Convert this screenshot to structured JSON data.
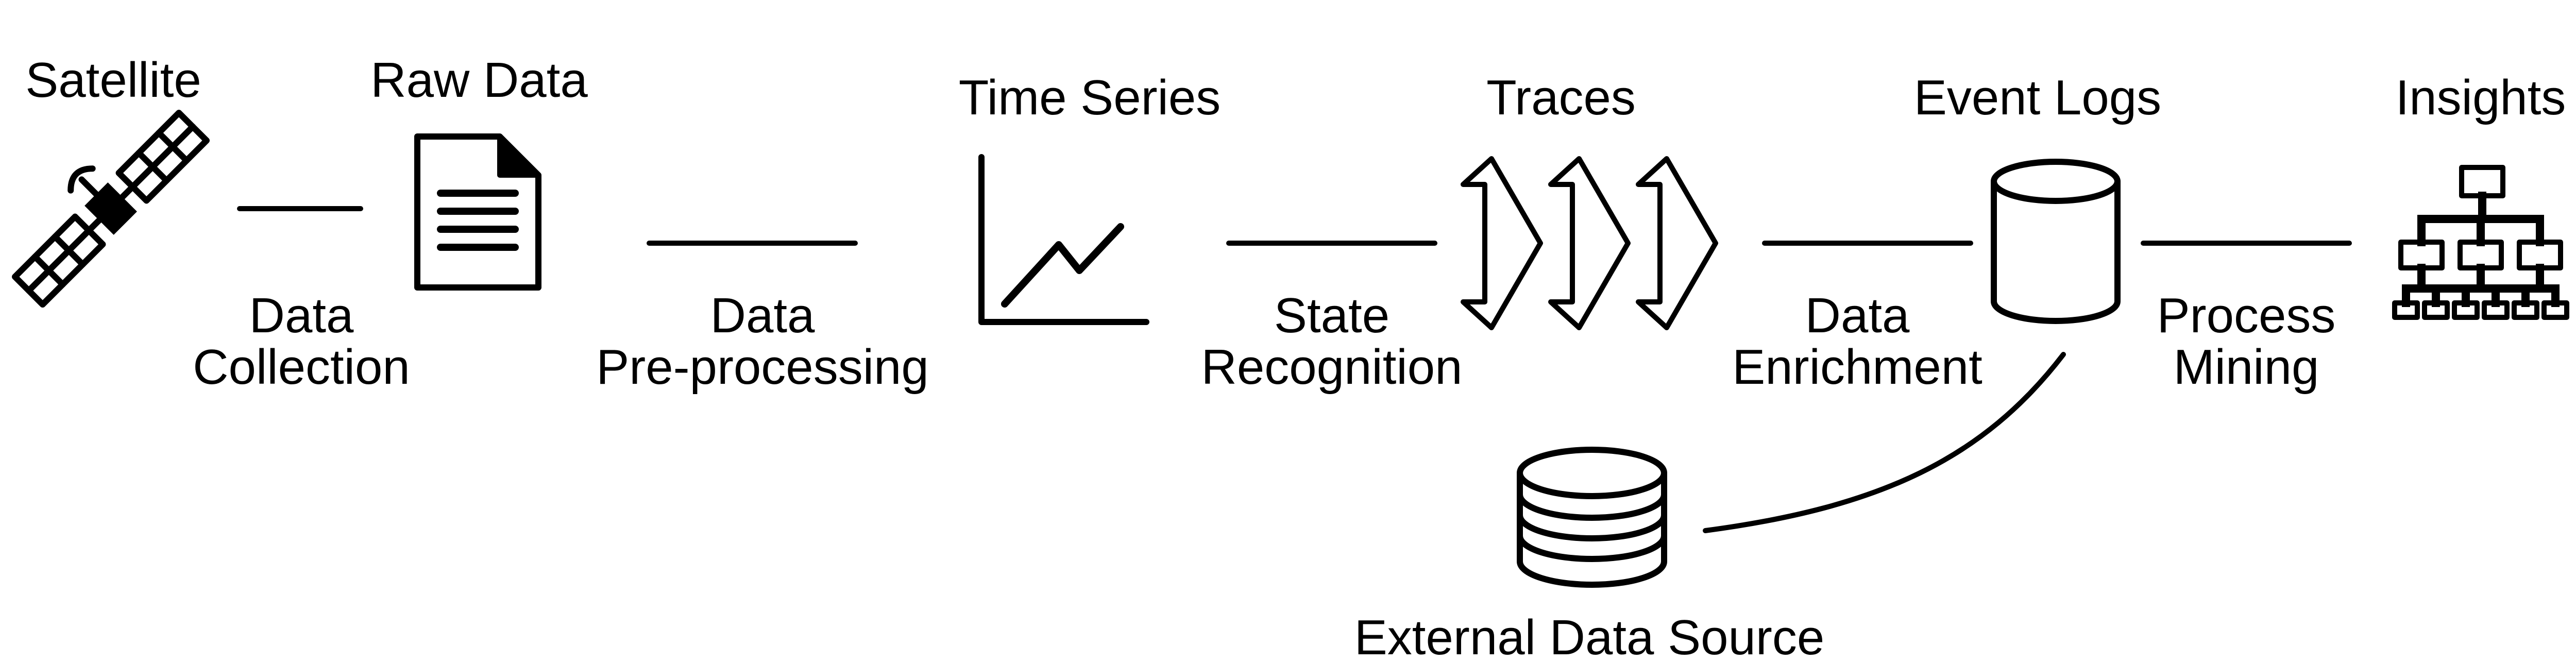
{
  "nodes": {
    "satellite": "Satellite",
    "raw_data": "Raw Data",
    "time_series": "Time Series",
    "traces": "Traces",
    "event_logs": "Event Logs",
    "insights": "Insights",
    "external_source": "External Data Source"
  },
  "steps": {
    "collection": [
      "Data",
      "Collection"
    ],
    "preprocessing": [
      "Data",
      "Pre-processing"
    ],
    "state_recognition": [
      "State",
      "Recognition"
    ],
    "enrichment": [
      "Data",
      "Enrichment"
    ],
    "process_mining": [
      "Process",
      "Mining"
    ]
  },
  "colors": {
    "ink": "#000000",
    "background": "#ffffff"
  }
}
